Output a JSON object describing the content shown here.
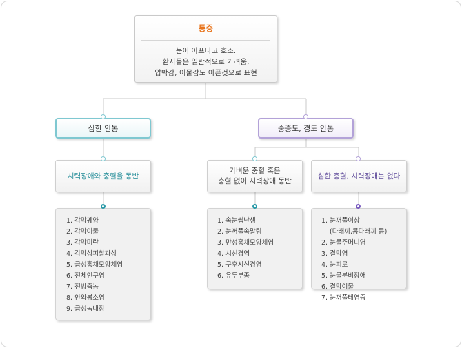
{
  "root": {
    "title": "통증",
    "desc": [
      "눈이 아프다고 호소.",
      "환자들은 일반적으로 가려움,",
      "압박감, 이물감도 아픈것으로 표현"
    ]
  },
  "branches": {
    "severe": {
      "label": "심한 안통",
      "condition": "시력장애와 충혈을 동반",
      "items": [
        "1. 각막궤양",
        "2. 각막이물",
        "3. 각막미란",
        "4. 각막상피찰과상",
        "5. 급성홍채모양체염",
        "6. 전체인구염",
        "7. 전방축농",
        "8. 안와봉소염",
        "9. 급성녹내장"
      ]
    },
    "moderate": {
      "label": "중증도, 경도 안통",
      "conditions": [
        {
          "lines": [
            "가벼운 충혈 혹은",
            "충혈 없이 시력장애 동반"
          ],
          "items": [
            "1. 속눈썹난생",
            "2. 눈꺼풀속말림",
            "3. 만성홍채모양체염",
            "4. 시신경염",
            "5. 구후시신경염",
            "6. 유두부종"
          ]
        },
        {
          "lines": [
            "심한 충혈, 시력장애는 없다"
          ],
          "items": [
            "1. 눈꺼풀이상",
            "(다래끼,콩다래끼 등)",
            "2. 눈물주머니염",
            "3. 결막염",
            "4. 눈피로",
            "5. 눈물분비장애",
            "6. 결막이물",
            "7. 눈꺼풀테염증"
          ]
        }
      ]
    }
  },
  "colors": {
    "title": "#e8731a",
    "teal": "#7fc8d1",
    "purple": "#b3a2d8",
    "line": "#c8c8c8"
  }
}
